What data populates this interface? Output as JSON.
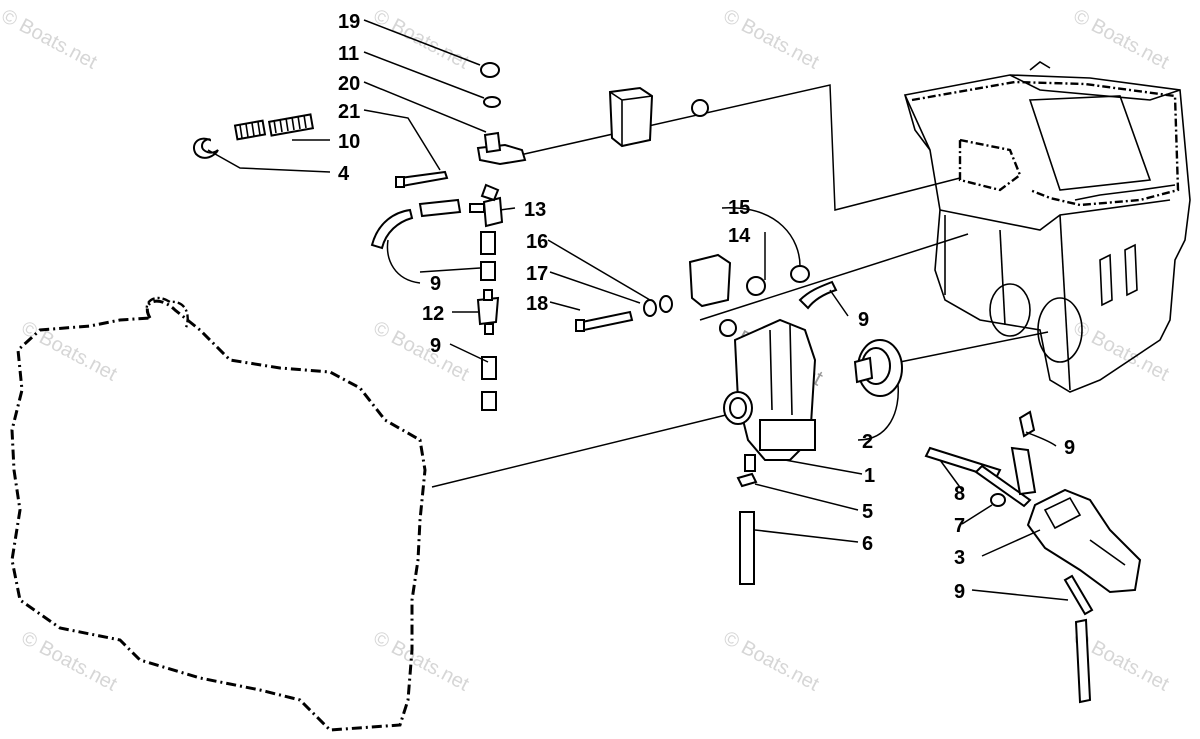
{
  "watermark": "© Boats.net",
  "callouts": {
    "c19": "19",
    "c11": "11",
    "c20": "20",
    "c21": "21",
    "c10": "10",
    "c4": "4",
    "c13": "13",
    "c9a": "9",
    "c12": "12",
    "c9b": "9",
    "c15": "15",
    "c14": "14",
    "c16": "16",
    "c17": "17",
    "c18": "18",
    "c9c": "9",
    "c2": "2",
    "c1": "1",
    "c5": "5",
    "c6": "6",
    "c9d": "9",
    "c8": "8",
    "c7": "7",
    "c3": "3",
    "c9e": "9"
  }
}
